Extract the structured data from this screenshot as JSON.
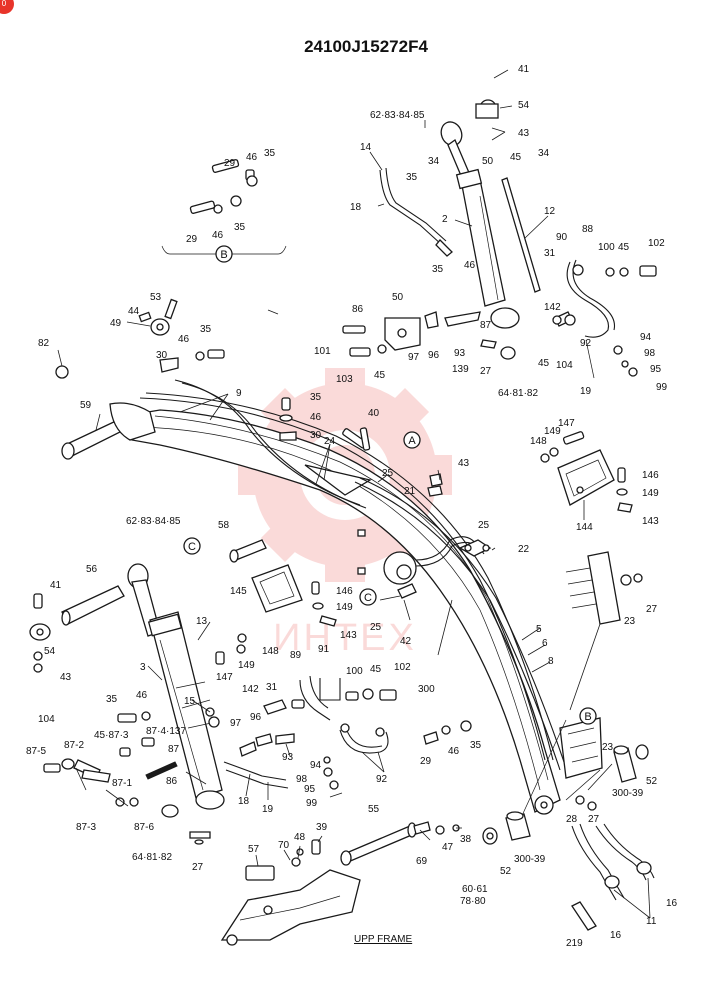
{
  "title": "24100J15272F4",
  "frame_label": "UPP FRAME",
  "watermark": "ИНТЕХ",
  "badge": "0",
  "colors": {
    "ink": "#1a1a1a",
    "watermark": "#e53935",
    "badge": "#e8342a"
  },
  "detail_markers": [
    "A",
    "B",
    "C"
  ],
  "callouts": [
    "41",
    "54",
    "43",
    "62·83·84·85",
    "14",
    "34",
    "50",
    "45",
    "34",
    "35",
    "46",
    "29",
    "35",
    "29",
    "46",
    "35",
    "18",
    "2",
    "12",
    "90",
    "88",
    "100",
    "45",
    "102",
    "53",
    "44",
    "49",
    "35",
    "82",
    "46",
    "30",
    "35",
    "46",
    "31",
    "50",
    "86",
    "87",
    "142",
    "101",
    "103",
    "45",
    "96",
    "97",
    "93",
    "139",
    "27",
    "45",
    "104",
    "92",
    "94",
    "98",
    "95",
    "99",
    "64·81·82",
    "19",
    "59",
    "9",
    "35",
    "46",
    "30",
    "24",
    "40",
    "43",
    "25",
    "21",
    "148",
    "149",
    "147",
    "146",
    "149",
    "143",
    "144",
    "58",
    "62·83·84·85",
    "22",
    "25",
    "41",
    "56",
    "145",
    "146",
    "149",
    "143",
    "25",
    "42",
    "27",
    "23",
    "5",
    "6",
    "8",
    "54",
    "43",
    "13",
    "3",
    "147",
    "149",
    "148",
    "89",
    "91",
    "100",
    "45",
    "102",
    "300",
    "35",
    "46",
    "15",
    "142",
    "31",
    "45·87·3",
    "87·4·137",
    "97",
    "96",
    "93",
    "104",
    "87-5",
    "87-2",
    "87",
    "87-1",
    "86",
    "87-3",
    "87-6",
    "18",
    "19",
    "94",
    "98",
    "95",
    "99",
    "92",
    "29",
    "46",
    "35",
    "23",
    "52",
    "300-39",
    "64·81·82",
    "27",
    "55",
    "57",
    "70",
    "48",
    "39",
    "69",
    "47",
    "38",
    "52",
    "300-39",
    "60·61",
    "78·80",
    "28",
    "27",
    "16",
    "11",
    "16",
    "219"
  ]
}
